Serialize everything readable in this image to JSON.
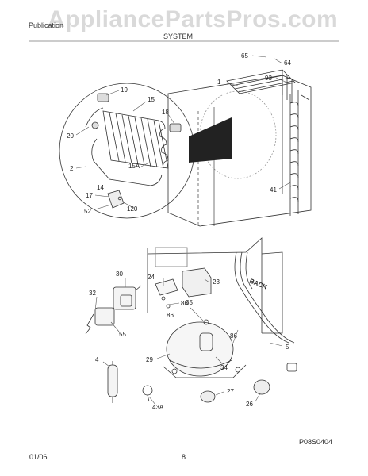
{
  "header": {
    "publication": "Publication",
    "model": "",
    "section": "SYSTEM"
  },
  "watermark": "AppliancePartsPros.com",
  "diagram_code": "P08S0404",
  "footer": {
    "date": "01/06",
    "page": "8"
  },
  "callouts": {
    "c65": "65",
    "c64": "64",
    "c93": "93",
    "c1": "1",
    "c19": "19",
    "c15": "15",
    "c18": "18",
    "c20": "20",
    "c15a": "15A",
    "c2": "2",
    "c14": "14",
    "c17": "17",
    "c52": "52",
    "c120": "120",
    "c41": "41",
    "c24": "24",
    "c30": "30",
    "c23": "23",
    "c86a": "86",
    "c32": "32",
    "c86b": "86",
    "c35": "35",
    "c55": "55",
    "c86c": "86",
    "c5": "5",
    "c4": "4",
    "c29": "29",
    "c34": "34",
    "c27": "27",
    "c43a": "43A",
    "c26": "26",
    "back": "BACK"
  }
}
